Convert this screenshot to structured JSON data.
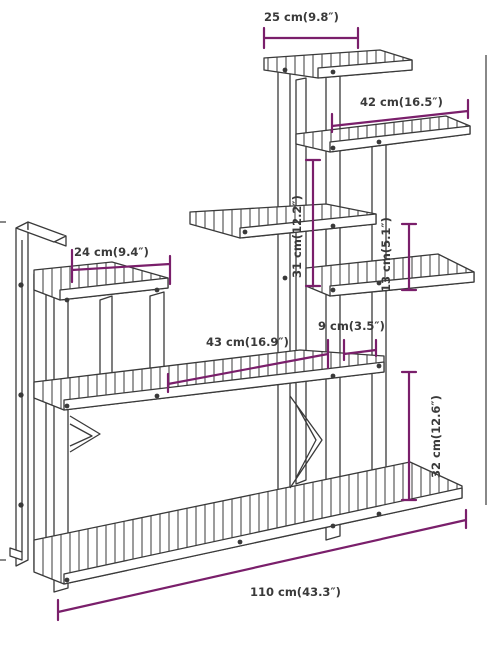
{
  "diagram": {
    "accent_color": "#7a1f6b",
    "line_color": "#3a3a3a",
    "dimensions": {
      "top_width": "25 cm(9.8″)",
      "upper_depth": "42 cm(16.5″)",
      "mid_height": "31 cm(12.2″)",
      "right_height": "13 cm(5.1″)",
      "left_width": "24 cm(9.4″)",
      "middle_width": "43 cm(16.9″)",
      "gap": "9 cm(3.5″)",
      "lower_height": "32 cm(12.6″)",
      "total_width": "110 cm(43.3″)"
    }
  }
}
